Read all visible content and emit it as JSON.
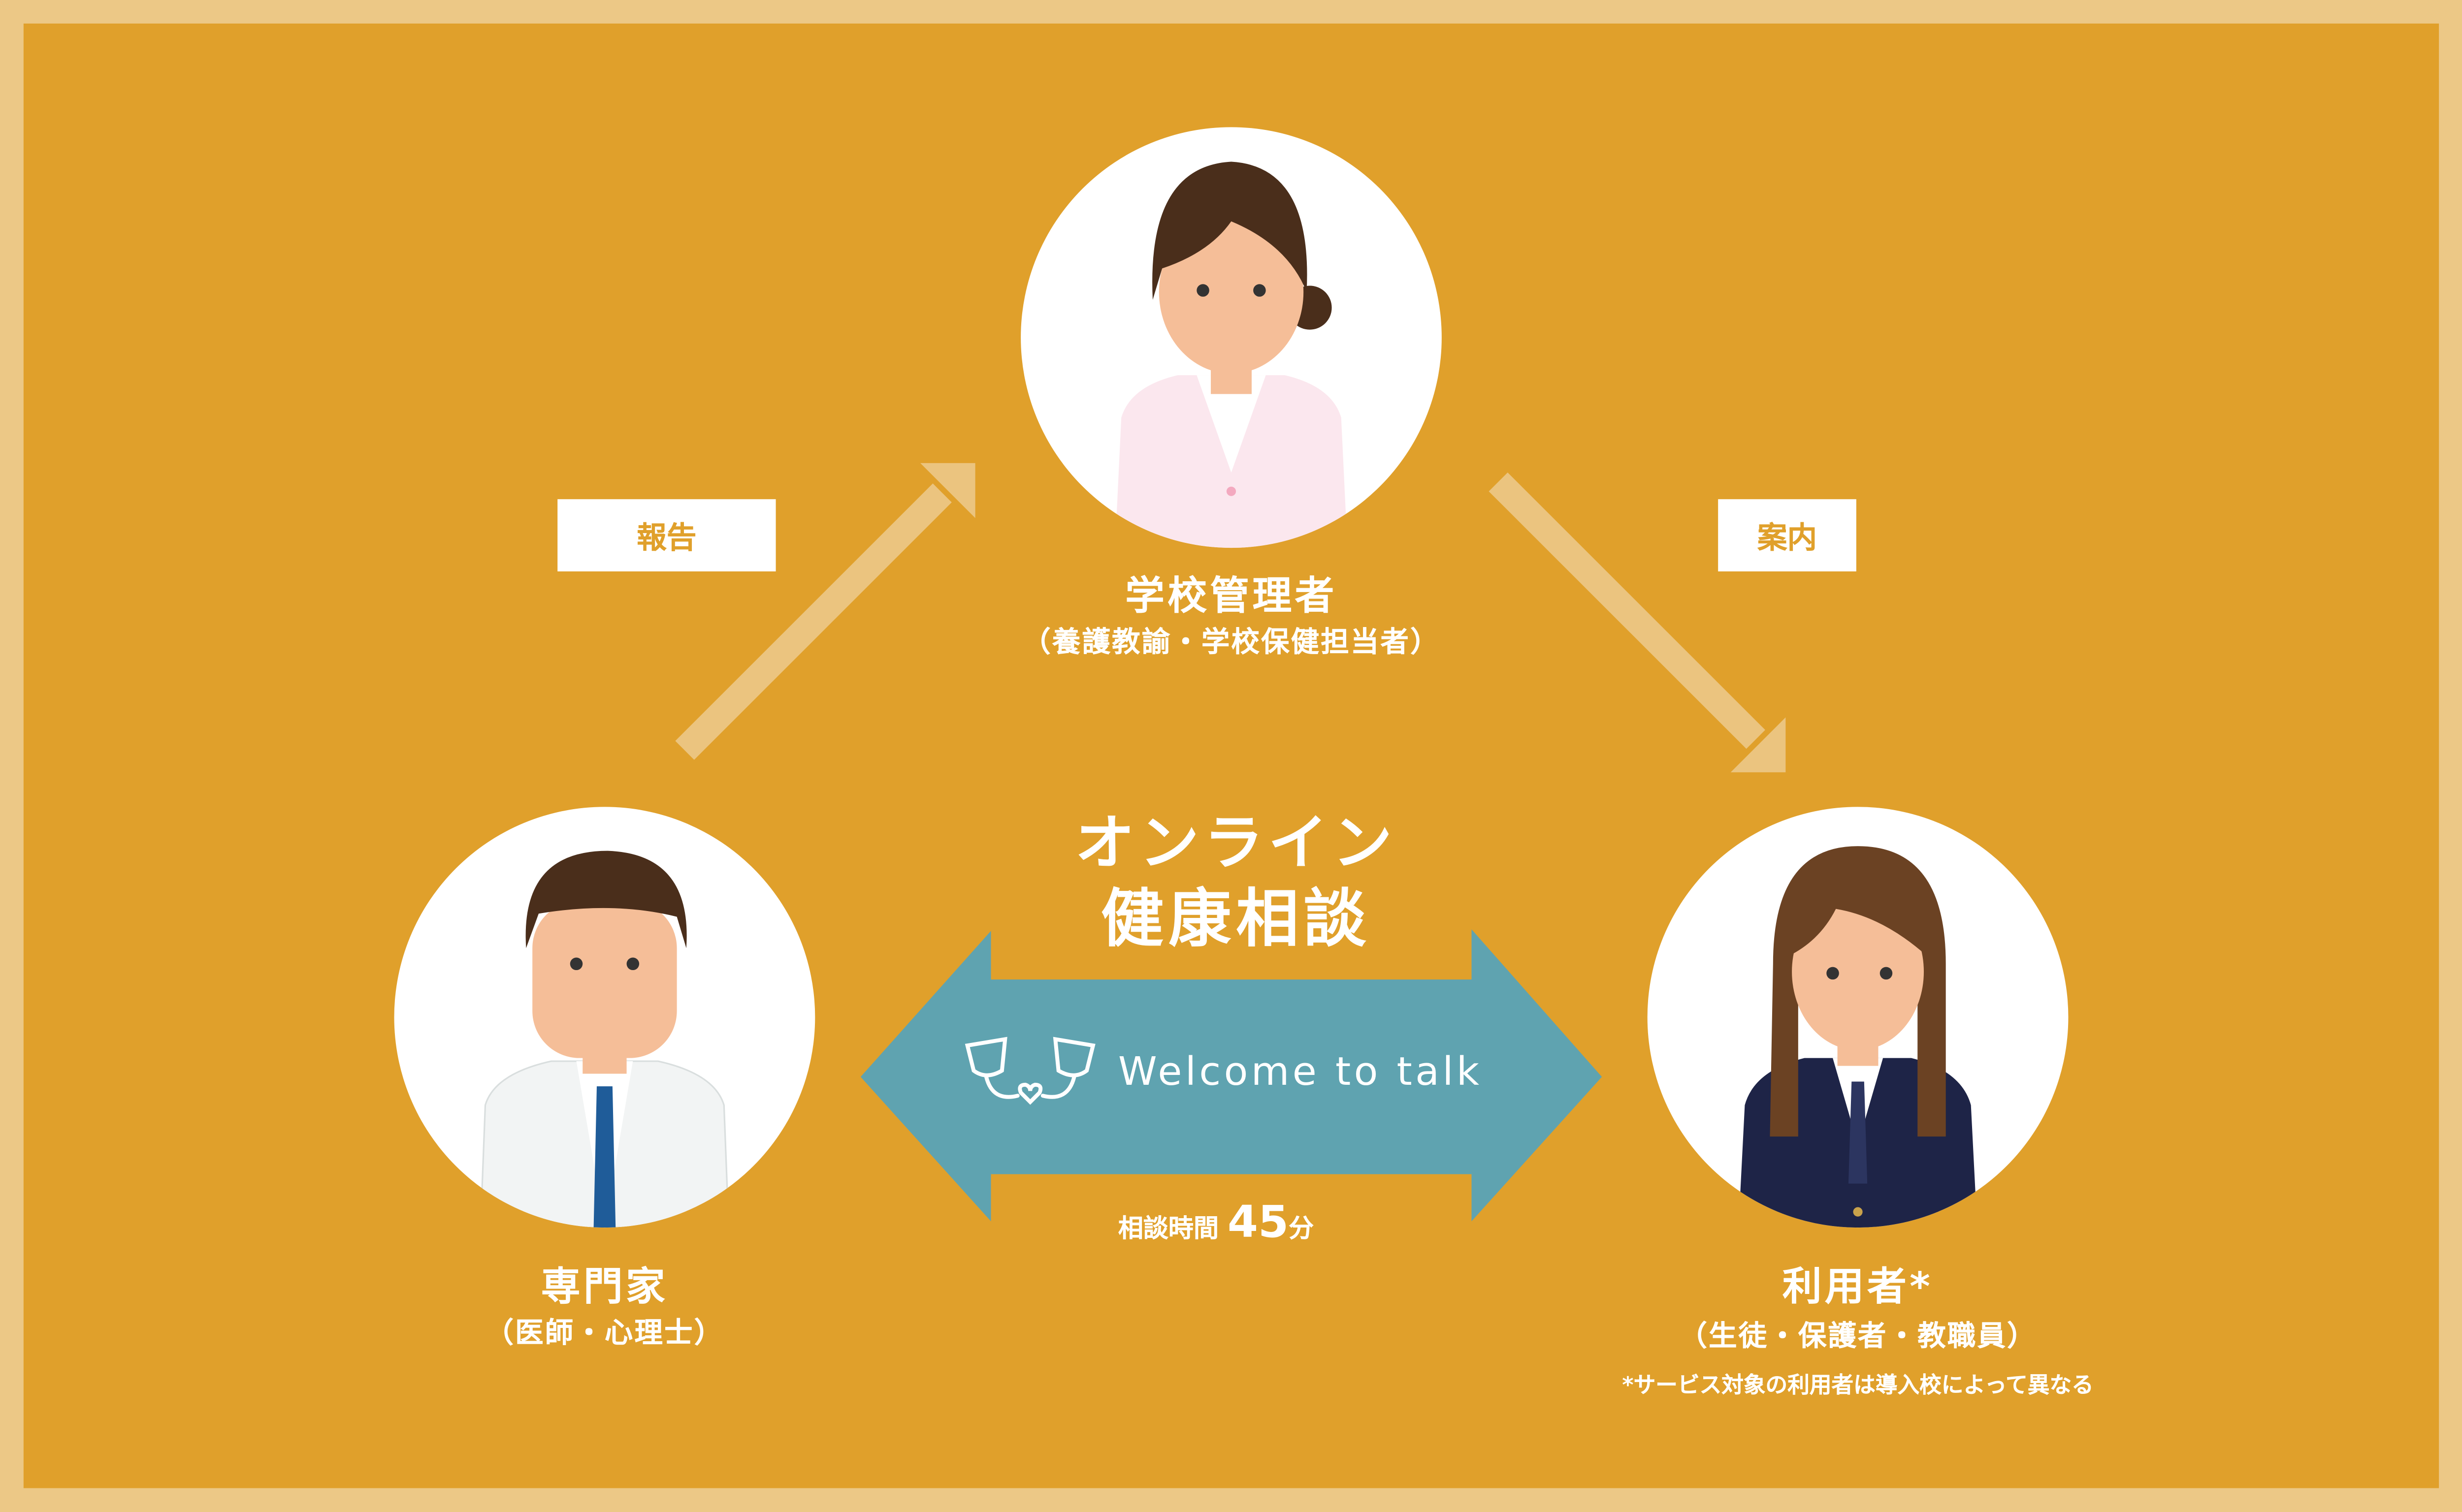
{
  "colors": {
    "background": "#E0A02B",
    "frame": "#ECC886",
    "arrow": "#EBC47F",
    "double_arrow": "#5FA3B0",
    "white": "#FFFFFF"
  },
  "labels": {
    "report": "報告",
    "guide": "案内"
  },
  "school_admin": {
    "title": "学校管理者",
    "subtitle": "（養護教諭・学校保健担当者）"
  },
  "expert": {
    "title": "専門家",
    "subtitle": "（医師・心理士）"
  },
  "user": {
    "title": "利用者*",
    "subtitle": "（生徒・保護者・教職員）",
    "note": "*サービス対象の利用者は導入校によって異なる"
  },
  "center": {
    "line1": "オンライン",
    "line2": "健康相談",
    "welcome": "Welcome to talk",
    "time_label": "相談時間",
    "time_value": "45",
    "time_unit": "分"
  },
  "icons": [
    "teacup-heart-icon",
    "arrow-up-right-icon",
    "arrow-down-right-icon",
    "double-arrow-icon"
  ]
}
